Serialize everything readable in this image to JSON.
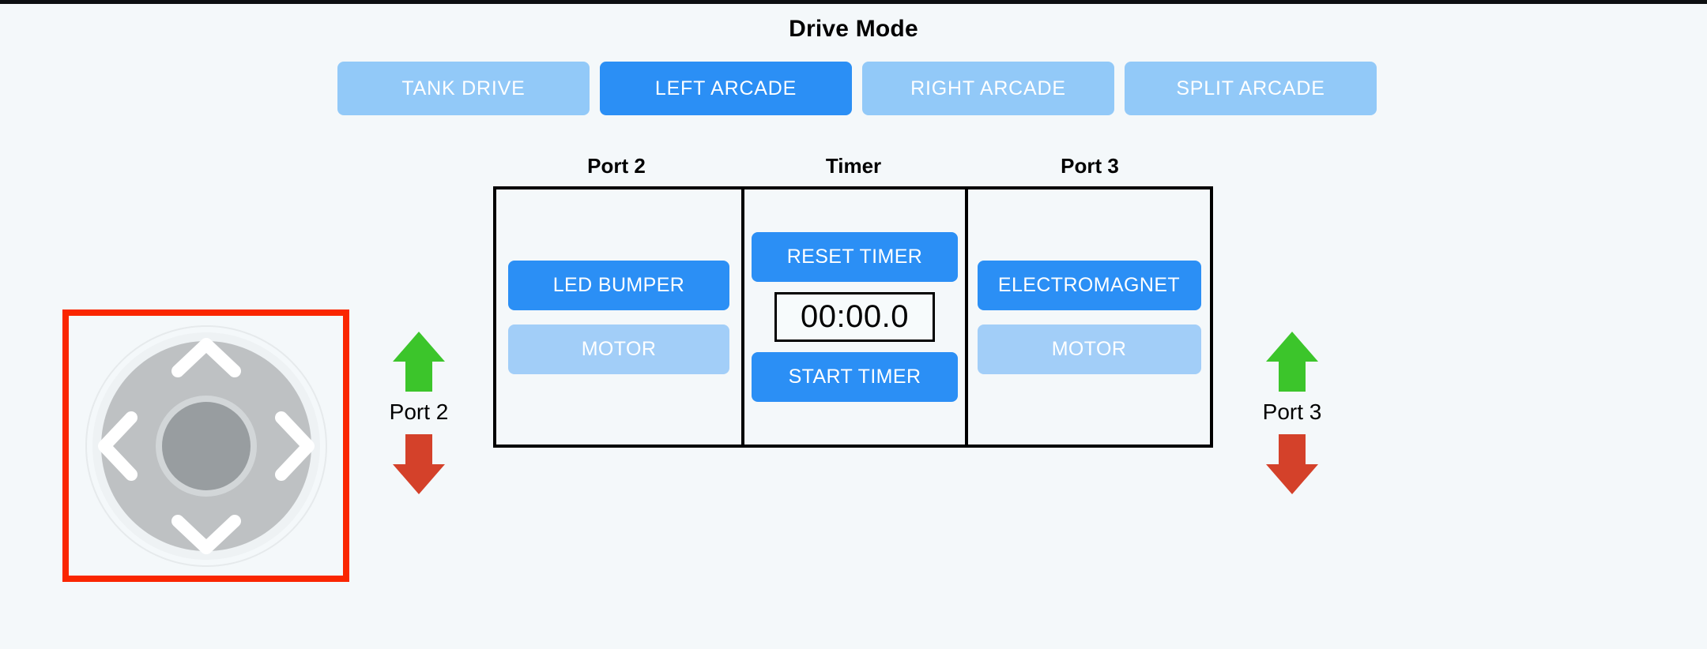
{
  "drive_mode": {
    "title": "Drive Mode",
    "options": [
      {
        "label": "TANK DRIVE",
        "active": false
      },
      {
        "label": "LEFT ARCADE",
        "active": true
      },
      {
        "label": "RIGHT ARCADE",
        "active": false
      },
      {
        "label": "SPLIT ARCADE",
        "active": false
      }
    ]
  },
  "panel": {
    "port2": {
      "title": "Port 2",
      "buttons": [
        {
          "label": "LED BUMPER",
          "active": true
        },
        {
          "label": "MOTOR",
          "active": false
        }
      ]
    },
    "timer": {
      "title": "Timer",
      "reset_label": "RESET TIMER",
      "display": "00:00.0",
      "start_label": "START TIMER"
    },
    "port3": {
      "title": "Port 3",
      "buttons": [
        {
          "label": "ELECTROMAGNET",
          "active": true
        },
        {
          "label": "MOTOR",
          "active": false
        }
      ]
    }
  },
  "port_controls": [
    {
      "label": "Port 2",
      "up_icon": "arrow-up-icon",
      "down_icon": "arrow-down-icon"
    },
    {
      "label": "Port 3",
      "up_icon": "arrow-up-icon",
      "down_icon": "arrow-down-icon"
    }
  ],
  "dpad": {
    "up_icon": "chevron-up-icon",
    "down_icon": "chevron-down-icon",
    "left_icon": "chevron-left-icon",
    "right_icon": "chevron-right-icon",
    "center_icon": "joystick-center-icon"
  },
  "colors": {
    "background": "#f4f8fa",
    "accent_active": "#2b8ff5",
    "accent_inactive": "#92c9f8",
    "device_inactive": "#a2cef8",
    "arrow_up": "#3cc52b",
    "arrow_down": "#d4412a",
    "dpad_highlight_border": "#fa2600",
    "dpad_ring": "#bec1c3",
    "dpad_center": "#989da0",
    "panel_border": "#000000"
  }
}
